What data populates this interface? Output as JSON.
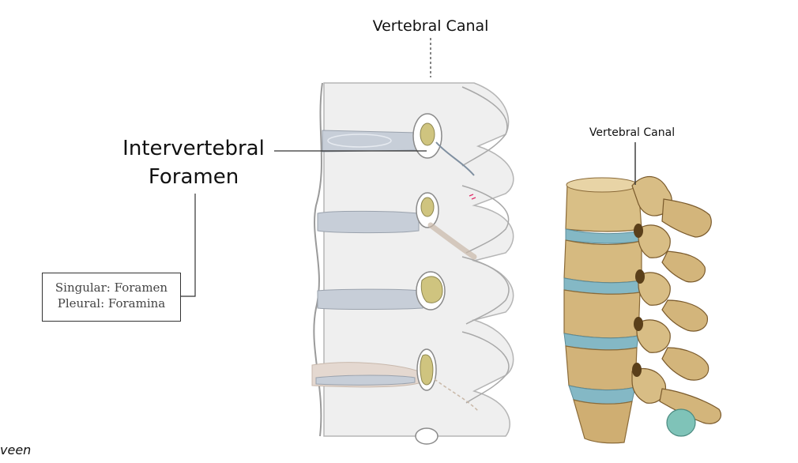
{
  "labels": {
    "vertebral_canal_top": "Vertebral Canal",
    "intervertebral": "Intervertebral",
    "foramen": "Foramen",
    "vertebral_canal_right": "Vertebral Canal",
    "singular": "Singular: Foramen",
    "plural": "Pleural: Foramina",
    "stray_text": "veen"
  },
  "colors": {
    "bone_fill": "#ededed",
    "disc_fill": "#c4cbd6",
    "foramen_fill": "#c9c179",
    "body_bone": "#d8bd85",
    "disc_blue": "#7fb6c4",
    "dark_bone": "#8a6a38"
  }
}
